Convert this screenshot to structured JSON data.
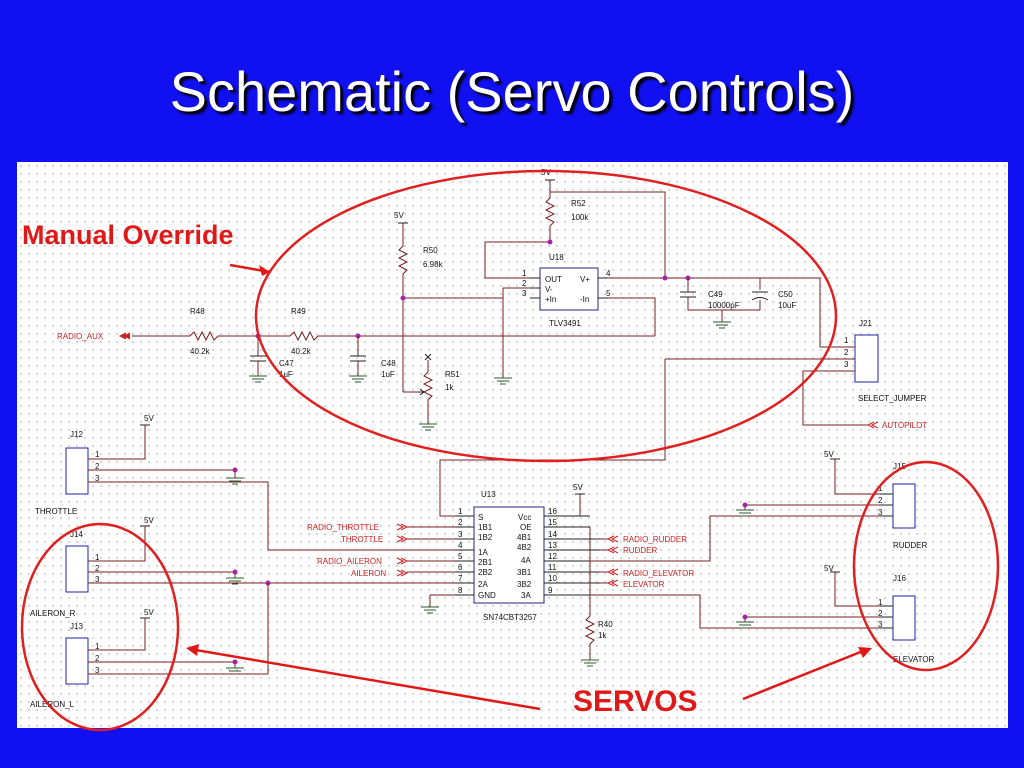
{
  "slide": {
    "title": "Schematic (Servo Controls)"
  },
  "annotations": {
    "manual_override": "Manual Override",
    "servos": "SERVOS"
  },
  "colors": {
    "background": "#1010f0",
    "callout": "#e01818",
    "wire": "#7a2020",
    "junction": "#aa22aa"
  },
  "power": {
    "v5": "5V"
  },
  "parts": {
    "r48": {
      "ref": "R48",
      "value": "40.2k"
    },
    "r49": {
      "ref": "R49",
      "value": "40.2k"
    },
    "r50": {
      "ref": "R50",
      "value": "6.98k"
    },
    "r51": {
      "ref": "R51",
      "value": "1k"
    },
    "r52": {
      "ref": "R52",
      "value": "100k"
    },
    "r40": {
      "ref": "R40",
      "value": "1k"
    },
    "c47": {
      "ref": "C47",
      "value": "1uF"
    },
    "c48": {
      "ref": "C48",
      "value": "1uF"
    },
    "c49": {
      "ref": "C49",
      "value": "10000pF"
    },
    "c50": {
      "ref": "C50",
      "value": "10uF"
    }
  },
  "u18": {
    "ref": "U18",
    "part": "TLV3491",
    "pins_left": [
      "1",
      "2",
      "3"
    ],
    "pins_right": [
      "4",
      "5"
    ],
    "labels_left": [
      "OUT",
      "V-",
      "+In"
    ],
    "labels_right": [
      "V+",
      "-In"
    ]
  },
  "u13": {
    "ref": "U13",
    "part": "SN74CBT3257",
    "pins_left": [
      "1",
      "2",
      "3",
      "4",
      "5",
      "6",
      "7",
      "8"
    ],
    "labels_left": [
      "S",
      "1B1",
      "1B2",
      "1A",
      "2B1",
      "2B2",
      "2A",
      "GND"
    ],
    "pins_right": [
      "16",
      "15",
      "14",
      "13",
      "12",
      "11",
      "10",
      "9"
    ],
    "labels_right": [
      "Vcc",
      "OE",
      "4B1",
      "4B2",
      "4A",
      "3B1",
      "3B2",
      "3A"
    ]
  },
  "connectors": {
    "j21": {
      "ref": "J21",
      "name": "SELECT_JUMPER",
      "pins": [
        "1",
        "2",
        "3"
      ]
    },
    "j12": {
      "ref": "J12",
      "name": "THROTTLE",
      "pins": [
        "1",
        "2",
        "3"
      ]
    },
    "j14": {
      "ref": "J14",
      "name": "AILERON_R",
      "pins": [
        "1",
        "2",
        "3"
      ]
    },
    "j13": {
      "ref": "J13",
      "name": "AILERON_L",
      "pins": [
        "1",
        "2",
        "3"
      ]
    },
    "j15": {
      "ref": "J15",
      "name": "RUDDER",
      "pins": [
        "1",
        "2",
        "3"
      ]
    },
    "j16": {
      "ref": "J16",
      "name": "ELEVATOR",
      "pins": [
        "1",
        "2",
        "3"
      ]
    }
  },
  "nets": {
    "radio_aux": "RADIO_AUX",
    "autopilot": "AUTOPILOT",
    "radio_throttle": "RADIO_THROTTLE",
    "throttle": "THROTTLE",
    "radio_aileron": "RADIO_AILERON",
    "aileron": "AILERON",
    "radio_rudder": "RADIO_RUDDER",
    "rudder": "RUDDER",
    "radio_elevator": "RADIO_ELEVATOR",
    "elevator": "ELEVATOR"
  }
}
